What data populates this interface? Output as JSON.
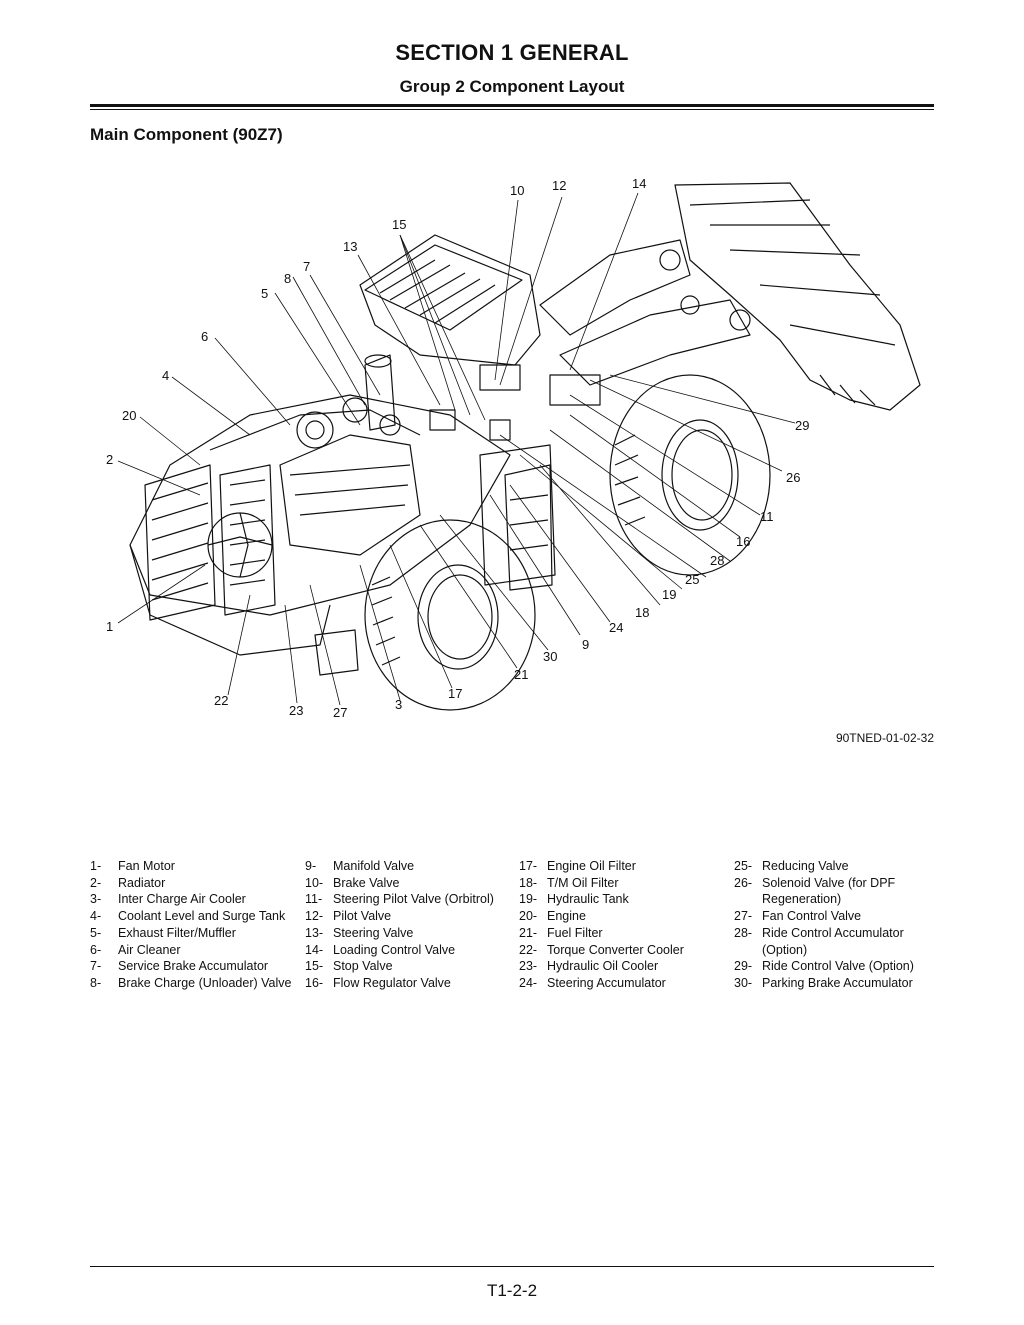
{
  "header": {
    "section": "SECTION 1 GENERAL",
    "group": "Group 2 Component Layout"
  },
  "subheading": "Main Component (90Z7)",
  "figure": {
    "id": "90TNED-01-02-32",
    "callouts": [
      "1",
      "2",
      "3",
      "4",
      "5",
      "6",
      "7",
      "8",
      "9",
      "10",
      "11",
      "12",
      "13",
      "14",
      "15",
      "16",
      "17",
      "18",
      "19",
      "20",
      "21",
      "22",
      "23",
      "24",
      "25",
      "26",
      "27",
      "28",
      "29",
      "30"
    ]
  },
  "legend": {
    "col1": [
      {
        "num": "1-",
        "label": "Fan Motor"
      },
      {
        "num": "2-",
        "label": "Radiator"
      },
      {
        "num": "3-",
        "label": "Inter Charge Air Cooler"
      },
      {
        "num": "4-",
        "label": "Coolant Level and Surge Tank"
      },
      {
        "num": "5-",
        "label": "Exhaust Filter/Muffler"
      },
      {
        "num": "6-",
        "label": "Air Cleaner"
      },
      {
        "num": "7-",
        "label": "Service Brake Accumulator"
      },
      {
        "num": "8-",
        "label": "Brake Charge (Unloader) Valve"
      }
    ],
    "col2": [
      {
        "num": "9-",
        "label": "Manifold Valve"
      },
      {
        "num": "10-",
        "label": "Brake Valve"
      },
      {
        "num": "11-",
        "label": "Steering Pilot Valve (Orbitrol)"
      },
      {
        "num": "12-",
        "label": "Pilot Valve"
      },
      {
        "num": "13-",
        "label": "Steering Valve"
      },
      {
        "num": "14-",
        "label": "Loading Control Valve"
      },
      {
        "num": "15-",
        "label": "Stop Valve"
      },
      {
        "num": "16-",
        "label": "Flow Regulator Valve"
      }
    ],
    "col3": [
      {
        "num": "17-",
        "label": "Engine Oil Filter"
      },
      {
        "num": "18-",
        "label": "T/M Oil Filter"
      },
      {
        "num": "19-",
        "label": "Hydraulic Tank"
      },
      {
        "num": "20-",
        "label": "Engine"
      },
      {
        "num": "21-",
        "label": "Fuel Filter"
      },
      {
        "num": "22-",
        "label": "Torque Converter Cooler"
      },
      {
        "num": "23-",
        "label": "Hydraulic Oil Cooler"
      },
      {
        "num": "24-",
        "label": "Steering Accumulator"
      }
    ],
    "col4": [
      {
        "num": "25-",
        "label": "Reducing Valve"
      },
      {
        "num": "26-",
        "label": "Solenoid Valve (for DPF"
      },
      {
        "num": "",
        "label": "Regeneration)"
      },
      {
        "num": "27-",
        "label": "Fan Control Valve"
      },
      {
        "num": "28-",
        "label": "Ride Control Accumulator"
      },
      {
        "num": "",
        "label": "(Option)"
      },
      {
        "num": "29-",
        "label": "Ride Control Valve (Option)"
      },
      {
        "num": "30-",
        "label": "Parking Brake Accumulator"
      }
    ]
  },
  "footer": {
    "page": "T1-2-2"
  }
}
